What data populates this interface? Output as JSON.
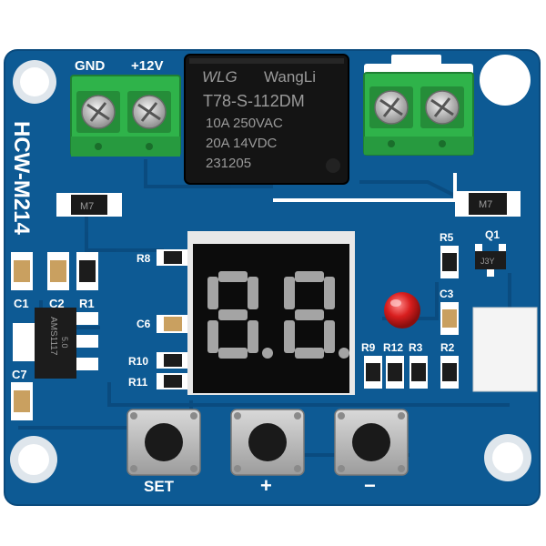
{
  "board": {
    "model": "HCW-M214",
    "colors": {
      "pcb": "#0d5a94",
      "trace": "#0a4a7d",
      "silk": "#ffffff",
      "terminal": "#2fb34a",
      "relay": "#141414",
      "led": "#d81e1e"
    }
  },
  "power_terminal": {
    "gnd_label": "GND",
    "vplus_label": "+12V"
  },
  "relay": {
    "brand": "WangLi",
    "model": "T78-S-112DM",
    "rating_ac": "10A 250VAC",
    "rating_dc": "20A 14VDC",
    "date_code": "231205"
  },
  "regulator": {
    "marking": "AMS1117",
    "sub_marking": "5.0"
  },
  "display": {
    "digits": [
      "8.",
      "8."
    ]
  },
  "buttons": {
    "set_label": "SET",
    "plus_label": "+",
    "minus_label": "−"
  },
  "components": {
    "c1": "C1",
    "c2": "C2",
    "r1": "R1",
    "c7": "C7",
    "r8": "R8",
    "c6": "C6",
    "r10": "R10",
    "r11": "R11",
    "r9": "R9",
    "r12": "R12",
    "r3": "R3",
    "r2": "R2",
    "r5": "R5",
    "q1": "Q1",
    "c3": "C3",
    "diode_left": "M7",
    "diode_right": "M7",
    "q1_marking": "J3Y"
  },
  "icons": {
    "terminal_screw": "screw-icon",
    "mounting_hole": "mounting-hole-icon",
    "led": "led-icon"
  }
}
